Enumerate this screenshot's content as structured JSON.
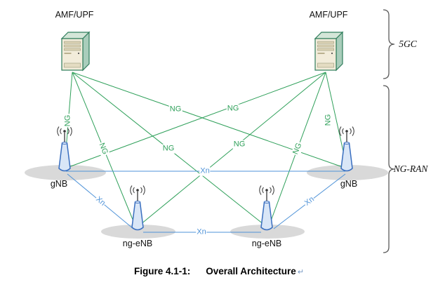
{
  "diagram": {
    "nodes": {
      "amf_upf_left": "AMF/UPF",
      "amf_upf_right": "AMF/UPF",
      "gnb_left": "gNB",
      "gnb_right": "gNB",
      "ng_enb_left": "ng-eNB",
      "ng_enb_right": "ng-eNB"
    },
    "interfaces": {
      "ng": {
        "label": "NG",
        "color": "#2fa05a"
      },
      "xn": {
        "label": "Xn",
        "color": "#4f93d8"
      }
    },
    "regions": {
      "core": "5GC",
      "ran": "NG-RAN"
    },
    "palette": {
      "antenna_stroke": "#3a6fc0",
      "server_stroke": "#2f7d5b",
      "shadow": "#d9d9d9",
      "brace": "#5a5a5a"
    }
  },
  "caption": {
    "figure_number": "Figure 4.1-1:",
    "title": "Overall Architecture",
    "mark": "↵"
  }
}
